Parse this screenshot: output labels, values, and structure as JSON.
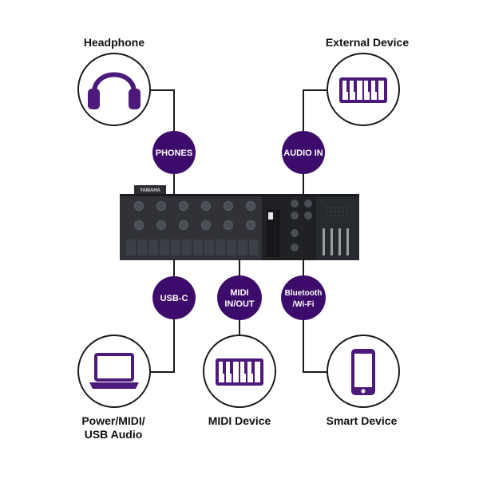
{
  "labels": {
    "headphone": "Headphone",
    "external_device": "External Device",
    "power_midi_usb_line1": "Power/MIDI/",
    "power_midi_usb_line2": "USB Audio",
    "midi_device": "MIDI Device",
    "smart_device": "Smart Device"
  },
  "ports": {
    "phones": "PHONES",
    "audio_in": "AUDIO IN",
    "usb_c": "USB-C",
    "midi_line1": "MIDI",
    "midi_line2": "IN/OUT",
    "bt_line1": "Bluetooth",
    "bt_line2": "/Wi-Fi"
  },
  "device": {
    "brand": "YAMAHA"
  },
  "icons": {
    "headphone": "headphones-icon",
    "external": "keyboard-icon",
    "laptop": "laptop-icon",
    "midi": "keyboard-icon",
    "smart": "smartphone-icon"
  },
  "colors": {
    "accent_purple": "#3d0b6b",
    "icon_purple": "#4b1a7a",
    "line": "#1a1a1a",
    "device_body": "#2b2d31"
  }
}
